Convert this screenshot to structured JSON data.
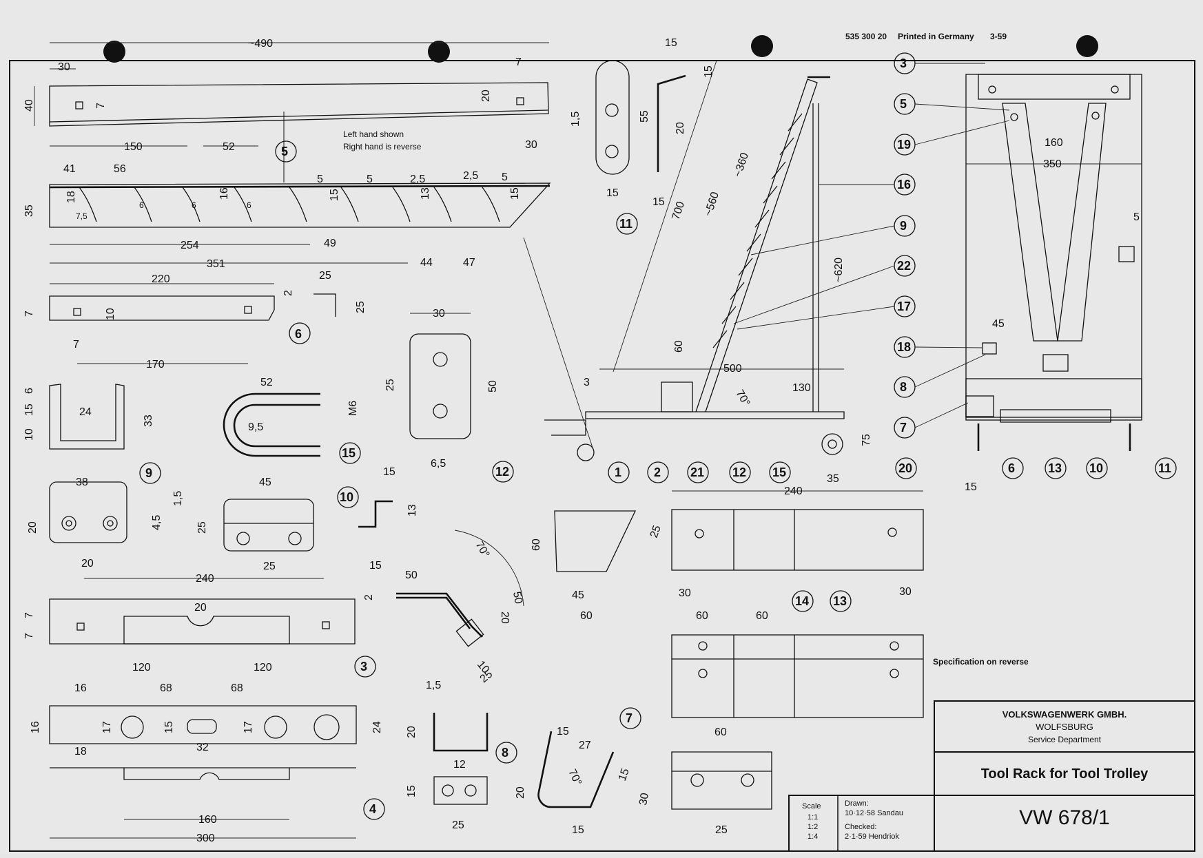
{
  "header": {
    "part_no_line": "535 300 20",
    "printed_in": "Printed in Germany",
    "print_date": "3-59"
  },
  "notes": {
    "left_hand": "Left hand shown",
    "right_hand": "Right hand is reverse",
    "spec": "Specification on reverse"
  },
  "title_block": {
    "company": "VOLKSWAGENWERK GMBH.",
    "city": "WOLFSBURG",
    "department": "Service Department",
    "title": "Tool Rack for Tool Trolley",
    "drawing_no": "VW 678/1",
    "scale_label": "Scale",
    "scales": [
      "1:1",
      "1:2",
      "1:4"
    ],
    "drawn_label": "Drawn:",
    "drawn_value": "10·12·58 Sandau",
    "checked_label": "Checked:",
    "checked_value": "2·1·59 Hendriok"
  },
  "balloons": {
    "b5_top": "5",
    "b6": "6",
    "b9": "9",
    "b15": "15",
    "b10": "10",
    "b12": "12",
    "b3": "3",
    "b4": "4",
    "b8": "8",
    "b7": "7",
    "b14": "14",
    "b13": "13",
    "b11_top": "11",
    "l3": "3",
    "l5": "5",
    "l19": "19",
    "l16": "16",
    "l9": "9",
    "l22": "22",
    "l17": "17",
    "l18": "18",
    "l8": "8",
    "l7": "7",
    "a1": "1",
    "a2": "2",
    "a21": "21",
    "a12": "12",
    "a15": "15",
    "a20": "20",
    "r6": "6",
    "r13": "13",
    "r10": "10",
    "r11": "11"
  },
  "dims": {
    "d490": "~490",
    "d30a": "30",
    "d7a": "7",
    "d40": "40",
    "d7b": "7",
    "d20a": "20",
    "d15a": "1,5",
    "d30b": "30",
    "d150": "150",
    "d52a": "52",
    "d41": "41",
    "d56": "56",
    "d35": "35",
    "d18": "18",
    "d75": "7,5",
    "d6a": "6",
    "d6b": "6",
    "d6c": "6",
    "d16a": "16",
    "d5a": "5",
    "d15b": "15",
    "d5b": "5",
    "d25a": "2,5",
    "d13a": "13",
    "d25b": "2,5",
    "d5c": "5",
    "d15c": "15",
    "d254": "254",
    "d49": "49",
    "d351": "351",
    "d44": "44",
    "d47": "47",
    "d220": "220",
    "d25c": "25",
    "d2a": "2",
    "d25d": "25",
    "d7c": "7",
    "d10a": "10",
    "d7d": "7",
    "d170": "170",
    "d6e": "6",
    "d15d": "15",
    "d24a": "24",
    "d10b": "10",
    "d33": "33",
    "d38": "38",
    "d20b": "20",
    "d15e": "1,5",
    "d45a": "4,5",
    "d20c": "20",
    "d52b": "52",
    "dM6": "M6",
    "d95": "9,5",
    "d30c": "30",
    "d25e": "25",
    "d50a": "50",
    "d65": "6,5",
    "d45b": "45",
    "d25f": "25",
    "d25g": "25",
    "d15f": "15",
    "d13b": "13",
    "d15g": "15",
    "d240a": "240",
    "d20d": "20",
    "d7e": "7",
    "d7f": "7",
    "d120a": "120",
    "d120b": "120",
    "d16b": "16",
    "d68a": "68",
    "d68b": "68",
    "d16c": "16",
    "d17a": "17",
    "d15h": "15",
    "d17b": "17",
    "d32": "32",
    "d18b": "18",
    "d24b": "24",
    "d160a": "160",
    "d300": "300",
    "d50b": "50",
    "d2b": "2",
    "d70a": "70°",
    "d50c": "50",
    "d20e": "20",
    "d10c": "10",
    "d25h": "25",
    "d15i": "1,5",
    "d20f": "20",
    "d12": "12",
    "d15j": "15",
    "d25i": "25",
    "d15k": "15",
    "d27": "27",
    "d70b": "70°",
    "d20g": "20",
    "d15l": "15",
    "d30d": "30",
    "d15m": "15",
    "d60a": "60",
    "d25j": "25",
    "d45c": "45",
    "d60b": "60",
    "d240b": "240",
    "d30e": "30",
    "d30f": "30",
    "d60c": "60",
    "d60d": "60",
    "d60e": "60",
    "d25k": "25",
    "d15n": "15",
    "d15o": "15",
    "d55": "55",
    "d20h": "20",
    "d15p": "15",
    "d15q": "15",
    "d700": "700",
    "d560": "~560",
    "d360": "~360",
    "d620": "~620",
    "d60f": "60",
    "d500": "500",
    "d70c": "70°",
    "d130": "130",
    "d3": "3",
    "d75b": "75",
    "d35b": "35",
    "d160b": "160",
    "d350": "350",
    "d5d": "5",
    "d45d": "45",
    "d15r": "15"
  }
}
